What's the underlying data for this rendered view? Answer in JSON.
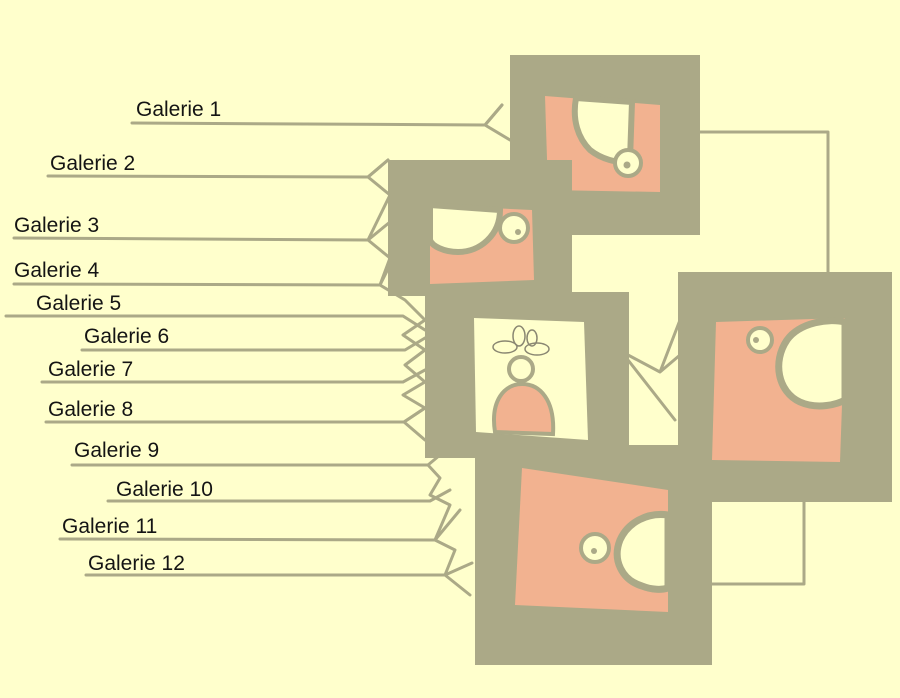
{
  "colors": {
    "background": "#ffffcc",
    "frame": "#aba987",
    "pink": "#f2b290",
    "cream": "#ffffcc",
    "text": "#141414"
  },
  "nav": {
    "items": [
      {
        "label": "Galerie 1"
      },
      {
        "label": "Galerie 2"
      },
      {
        "label": "Galerie 3"
      },
      {
        "label": "Galerie 4"
      },
      {
        "label": "Galerie 5"
      },
      {
        "label": "Galerie 6"
      },
      {
        "label": "Galerie 7"
      },
      {
        "label": "Galerie 8"
      },
      {
        "label": "Galerie 9"
      },
      {
        "label": "Galerie 10"
      },
      {
        "label": "Galerie 11"
      },
      {
        "label": "Galerie 12"
      }
    ]
  }
}
